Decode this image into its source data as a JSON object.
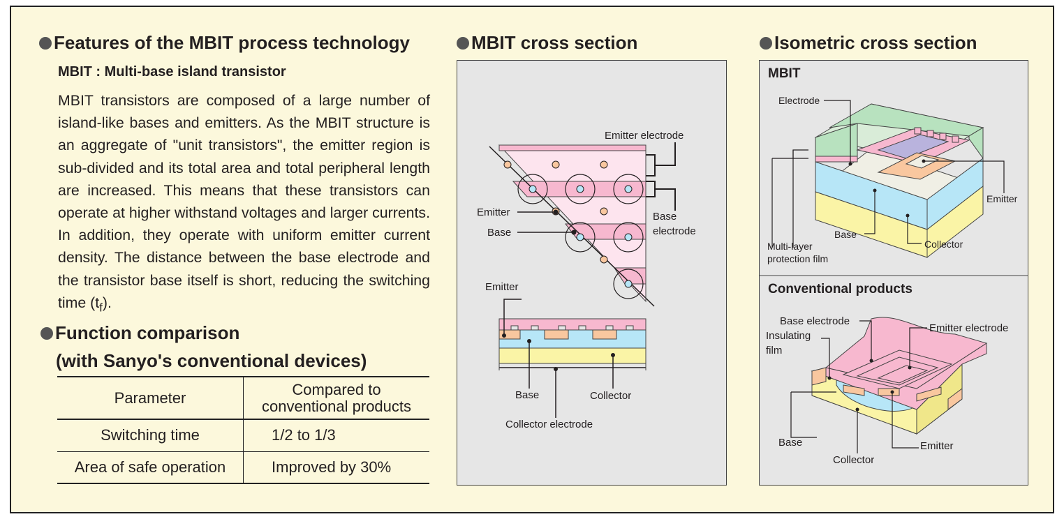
{
  "features": {
    "heading": "Features of the MBIT process technology",
    "subtitle": "MBIT : Multi-base island transistor",
    "body_text": "MBIT transistors are composed of a large number of island-like bases and emitters. As the MBIT structure is an aggregate of \"unit transistors\", the emitter region is sub-divided and its total area and total peripheral length are increased. This means that these transistors can operate at higher withstand voltages and larger currents. In addition, they operate with uniform emitter current density. The distance between the base electrode and the transistor base itself is short, reducing the switching time (t",
    "body_sub": "f",
    "body_end": ")."
  },
  "function": {
    "heading_line1": "Function comparison",
    "heading_line2": "(with Sanyo's conventional devices)",
    "table": {
      "header": [
        "Parameter",
        "Compared to",
        "conventional products"
      ],
      "rows": [
        [
          "Switching time",
          "1/2 to 1/3"
        ],
        [
          "Area of safe operation",
          "Improved by 30%"
        ]
      ]
    }
  },
  "cross_section": {
    "heading": "MBIT cross section",
    "labels": {
      "emitter_electrode": "Emitter electrode",
      "emitter_top": "Emitter",
      "base_top": "Base",
      "base_electrode_1": "Base",
      "base_electrode_2": "electrode",
      "emitter_lower": "Emitter",
      "base_lower": "Base",
      "collector": "Collector",
      "collector_electrode": "Collector electrode"
    }
  },
  "isometric": {
    "heading": "Isometric cross section",
    "mbit": {
      "title": "MBIT",
      "electrode": "Electrode",
      "emitter": "Emitter",
      "base": "Base",
      "collector": "Collector",
      "protection_1": "Multi-layer",
      "protection_2": "protection film"
    },
    "conventional": {
      "title": "Conventional products",
      "base_electrode": "Base electrode",
      "emitter_electrode": "Emitter electrode",
      "insulating_1": "Insulating",
      "insulating_2": "film",
      "base": "Base",
      "emitter": "Emitter",
      "collector": "Collector"
    }
  },
  "colors": {
    "background": "#fcf8dc",
    "panel": "#e6e6e6",
    "pink": "#f7b8cf",
    "light_pink": "#fde4ee",
    "blue": "#b7e6f7",
    "yellow": "#faf4a6",
    "orange": "#f9c79f",
    "green": "#b8e2bf",
    "lavender": "#b9b3dd"
  }
}
